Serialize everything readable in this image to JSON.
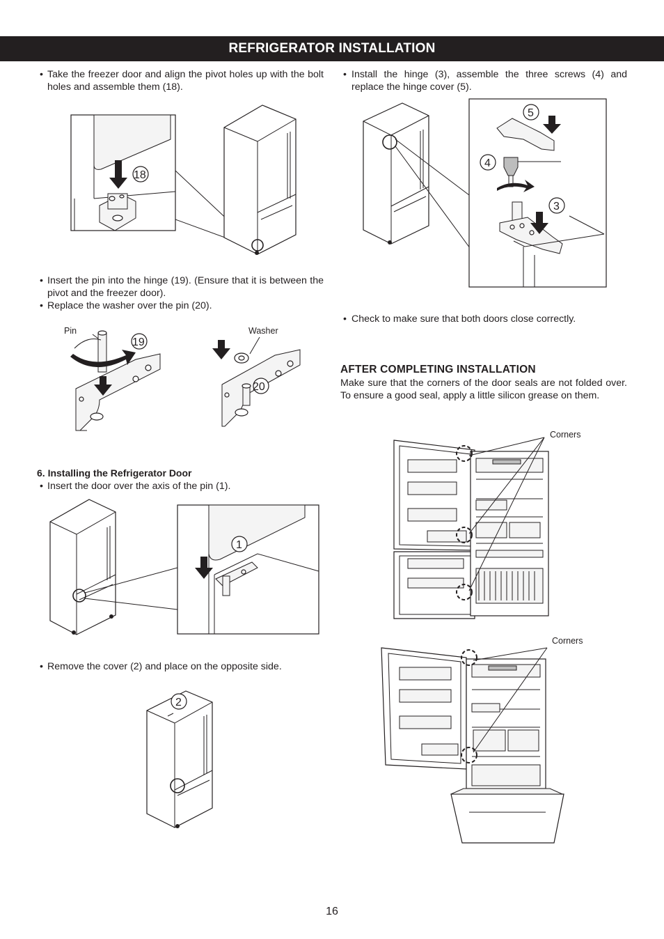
{
  "header": {
    "title": "REFRIGERATOR INSTALLATION"
  },
  "left": {
    "step18_text": "Take the freezer door and align the pivot holes up with the bolt holes and assemble them (18).",
    "step18_callout": "18",
    "step19_text": "Insert the pin into the hinge (19). (Ensure that it is between the pivot and the freezer door).",
    "step20_text": "Replace the washer over the pin (20).",
    "pin_label": "Pin",
    "washer_label": "Washer",
    "callout_19": "19",
    "callout_20": "20",
    "section6_title": "6. Installing the Refrigerator Door",
    "step1_text": "Insert the door over the axis of the pin (1).",
    "callout_1": "1",
    "step2_text": "Remove the cover (2) and place on the opposite side.",
    "callout_2": "2"
  },
  "right": {
    "hinge_text": "Install the hinge (3), assemble the three screws (4) and replace the hinge cover (5).",
    "callout_3": "3",
    "callout_4": "4",
    "callout_5": "5",
    "check_text": "Check to make sure that both doors close correctly.",
    "after_title": "AFTER COMPLETING INSTALLATION",
    "after_text": "Make sure that the corners of the door seals are not folded over. To ensure a good seal, apply a little silicon grease on them.",
    "corners_label_1": "Corners",
    "corners_label_2": "Corners"
  },
  "bullet_glyph": "•",
  "page_number": "16"
}
